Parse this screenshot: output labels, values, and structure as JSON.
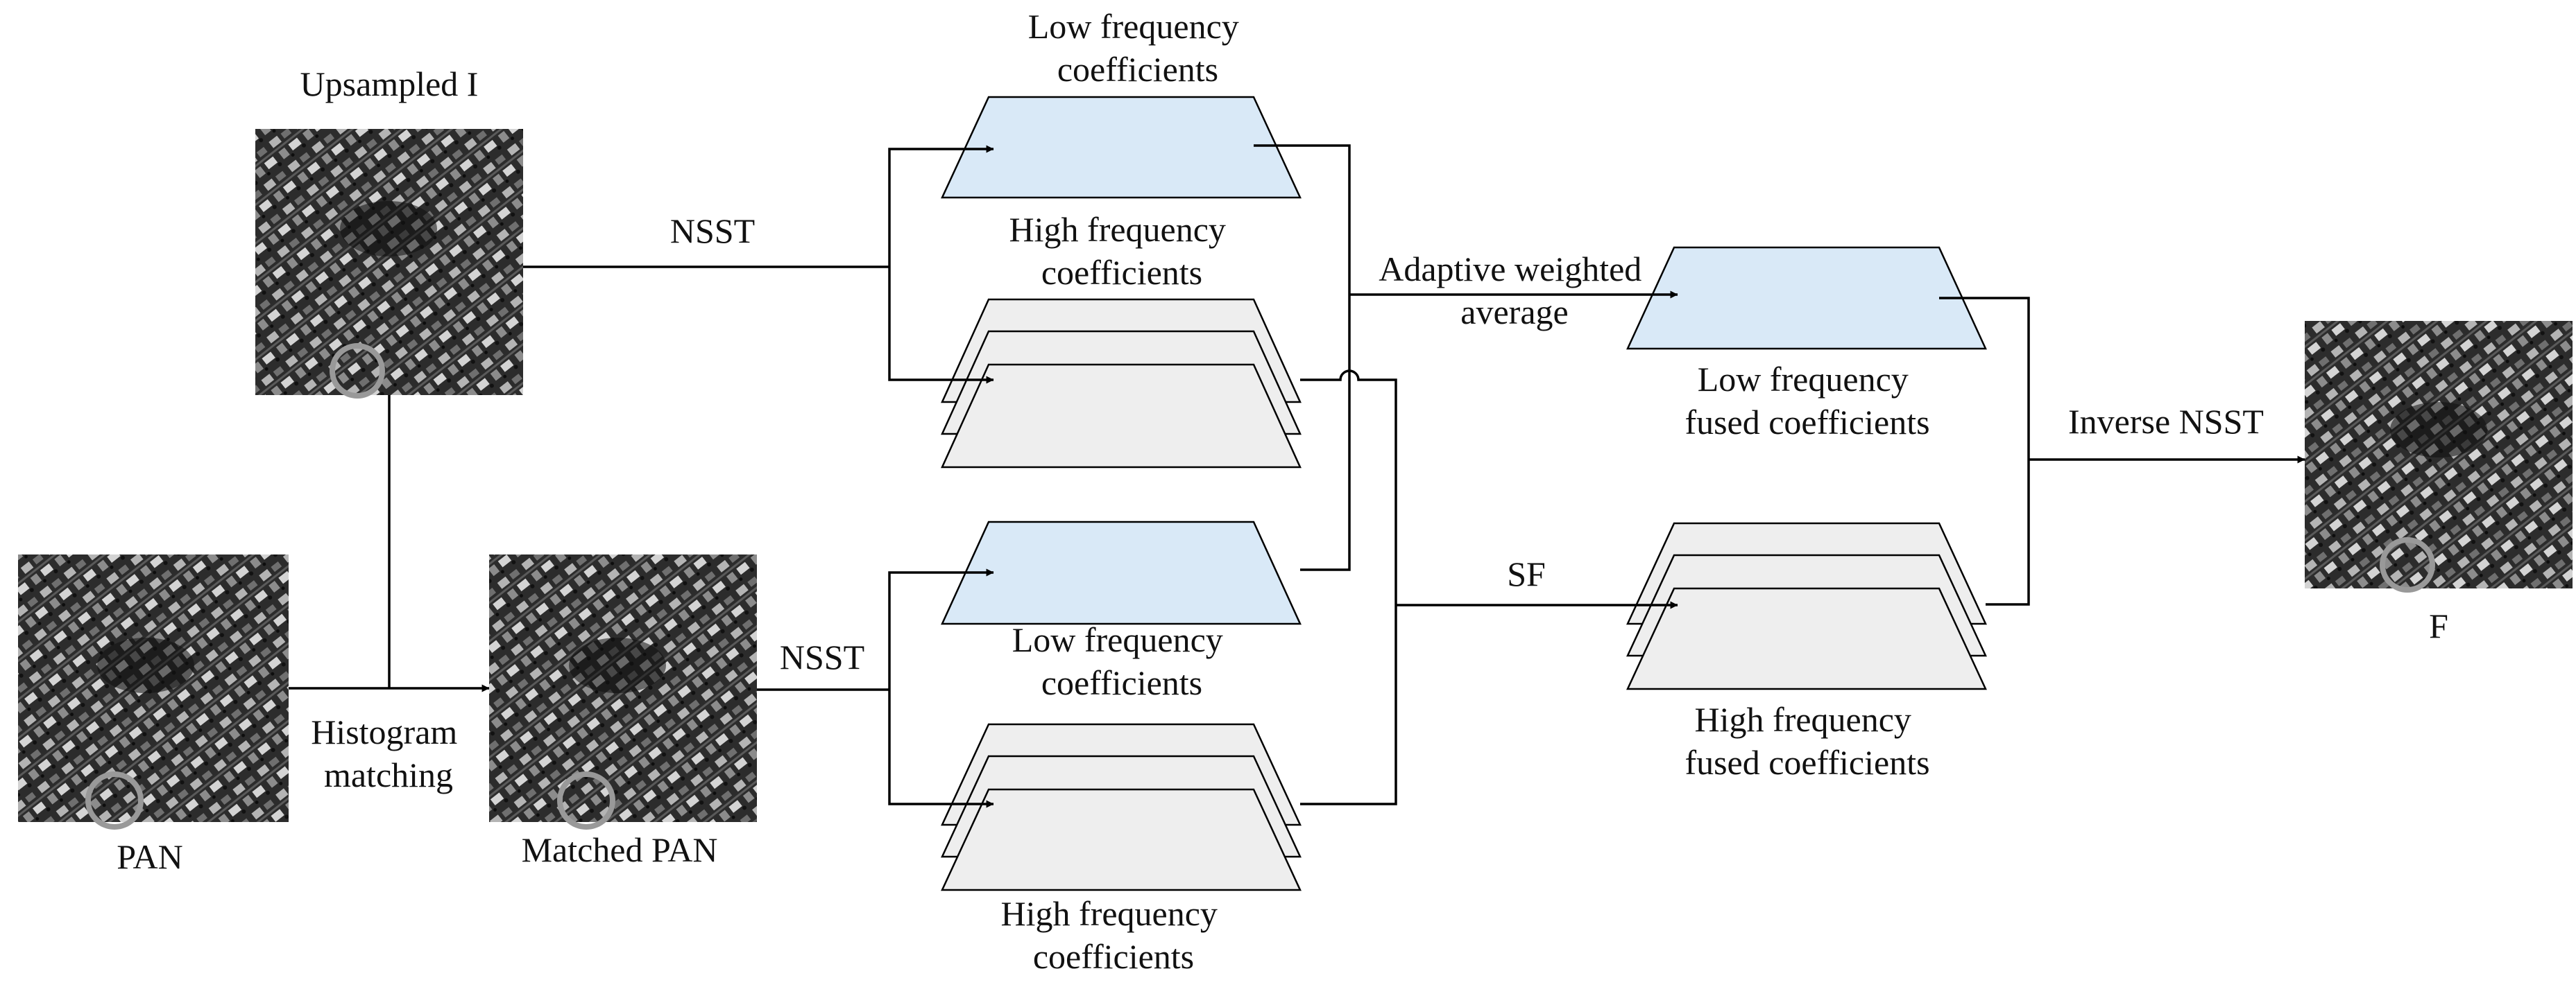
{
  "colors": {
    "low_frequency_fill": "#d9e9f7",
    "high_frequency_fill": "#eeeeee",
    "line": "#000000"
  },
  "images": {
    "upsampled": {
      "label": "Upsampled I"
    },
    "pan": {
      "label": "PAN"
    },
    "matched_pan": {
      "label": "Matched PAN"
    },
    "fused": {
      "label": "F"
    }
  },
  "edges": {
    "nsst_top": "NSST",
    "nsst_bottom": "NSST",
    "histogram_matching": [
      "Histogram",
      "matching"
    ],
    "adaptive_weighted_average": [
      "Adaptive weighted",
      "average"
    ],
    "sf": "SF",
    "inverse_nsst": "Inverse NSST"
  },
  "coefficients": {
    "top_low": [
      "Low frequency",
      "coefficients"
    ],
    "top_high": [
      "High frequency",
      "coefficients"
    ],
    "bottom_low": [
      "Low frequency",
      "coefficients"
    ],
    "bottom_high": [
      "High frequency",
      "coefficients"
    ],
    "fused_low": [
      "Low frequency",
      "fused coefficients"
    ],
    "fused_high": [
      "High frequency",
      "fused coefficients"
    ]
  }
}
